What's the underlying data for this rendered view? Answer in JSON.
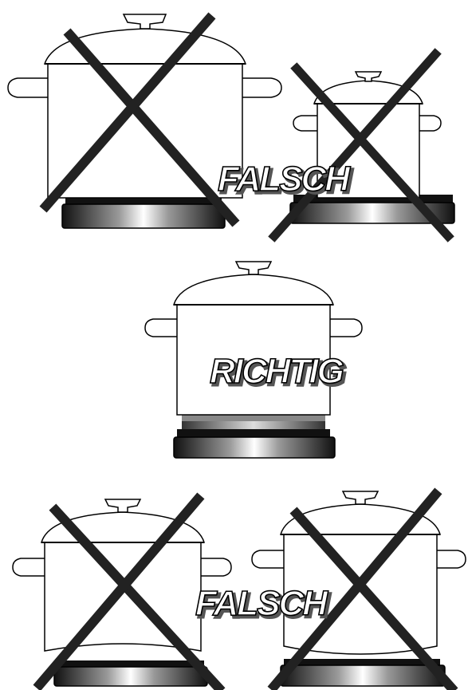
{
  "labels": {
    "top": "FALSCH",
    "middle": "RICHTIG",
    "bottom": "FALSCH"
  },
  "colors": {
    "cross": "#222222",
    "outline": "#000000",
    "pot_fill": "#ffffff",
    "burner_dark": "#1a1a1a",
    "burner_light": "#f2f2f2"
  },
  "pots": [
    {
      "id": "pot-large-top-left",
      "crossed": true
    },
    {
      "id": "pot-small-top-right",
      "crossed": true
    },
    {
      "id": "pot-correct-middle",
      "crossed": false
    },
    {
      "id": "pot-bottom-left",
      "crossed": true
    },
    {
      "id": "pot-bottom-right",
      "crossed": true
    }
  ]
}
